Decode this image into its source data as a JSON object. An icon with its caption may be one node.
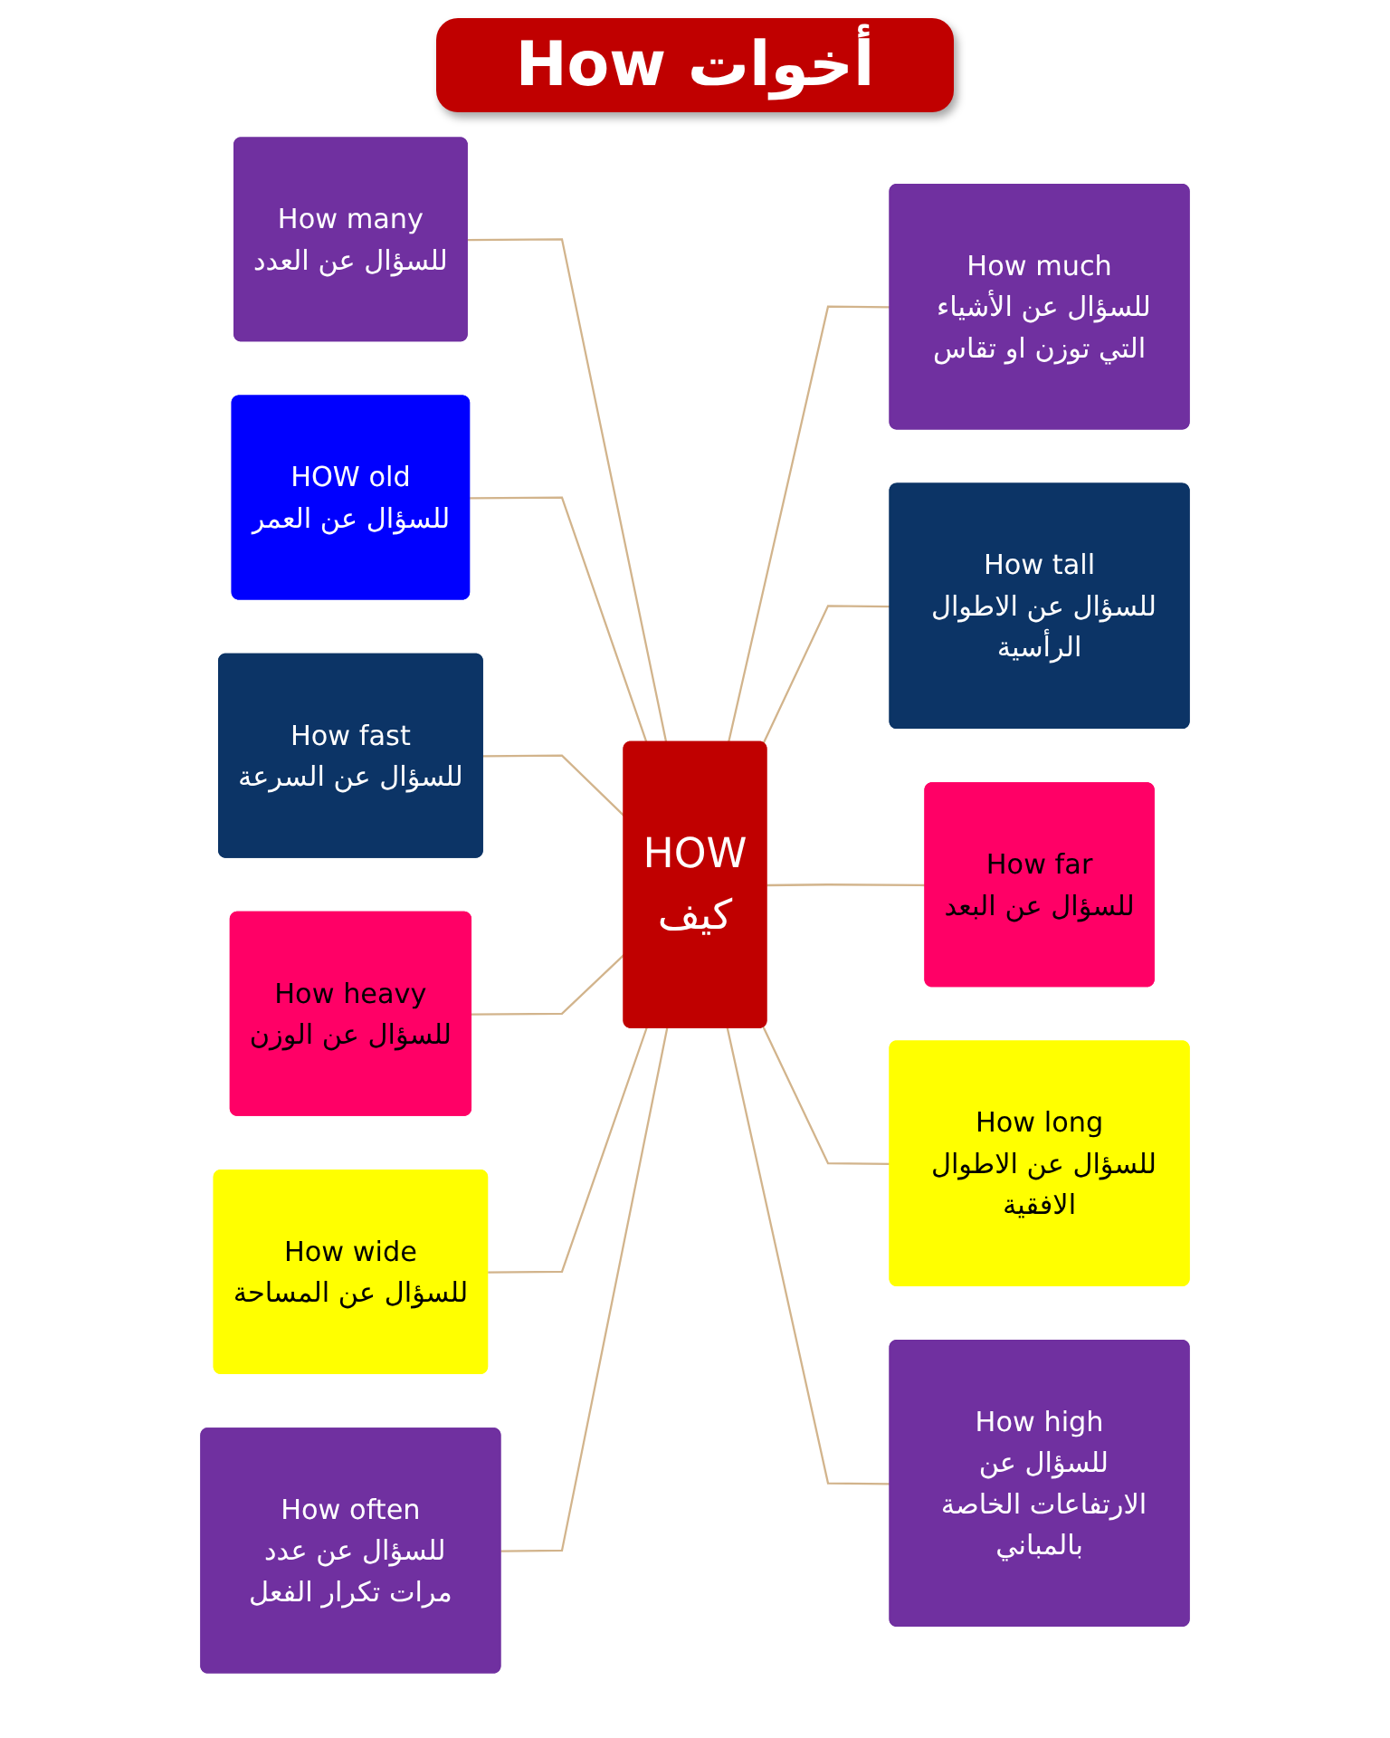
{
  "diagram": {
    "title": "أخوات How",
    "nodes": [
      {
        "text": [
          "How many",
          "للسؤال عن العدد"
        ]
      },
      {
        "text": [
          "HOW old",
          "للسؤال عن العمر"
        ]
      },
      {
        "text": [
          "How much",
          "للسؤال عن الأشياء التي توزن او تقاس"
        ]
      },
      {
        "text": [
          "How fast",
          "للسؤال عن السرعة"
        ]
      },
      {
        "text": [
          "How tall",
          "للسؤال عن الاطوال الرأسية"
        ]
      },
      {
        "text": [
          "HOW",
          "كيف"
        ]
      },
      {
        "text": [
          "How heavy",
          "للسؤال عن الوزن"
        ]
      },
      {
        "text": [
          "How far",
          "للسؤال عن البعد"
        ]
      },
      {
        "text": [
          "How wide",
          "للسؤال عن المساحة"
        ]
      },
      {
        "text": [
          "How long",
          "للسؤال عن الاطوال الافقية"
        ]
      },
      {
        "text": [
          "How often",
          "للسؤال عن عدد مرات تكرار الفعل"
        ]
      },
      {
        "text": [
          "How high",
          "للسؤال عن الارتفاعات الخاصة بالمباني"
        ]
      }
    ],
    "edges": [
      {
        "from": 0,
        "to": 5,
        "arrow": "none"
      },
      {
        "from": 1,
        "to": 5,
        "arrow": "none"
      },
      {
        "from": 5,
        "to": 2,
        "arrow": "none"
      },
      {
        "from": 3,
        "to": 5,
        "arrow": "none"
      },
      {
        "from": 5,
        "to": 4,
        "arrow": "none"
      },
      {
        "from": 6,
        "to": 5,
        "arrow": "none"
      },
      {
        "from": 5,
        "to": 7,
        "arrow": "none"
      },
      {
        "from": 8,
        "to": 5,
        "arrow": "none"
      },
      {
        "from": 5,
        "to": 9,
        "arrow": "none"
      },
      {
        "from": 10,
        "to": 5,
        "arrow": "none"
      },
      {
        "from": 5,
        "to": 11,
        "arrow": "none"
      }
    ]
  }
}
